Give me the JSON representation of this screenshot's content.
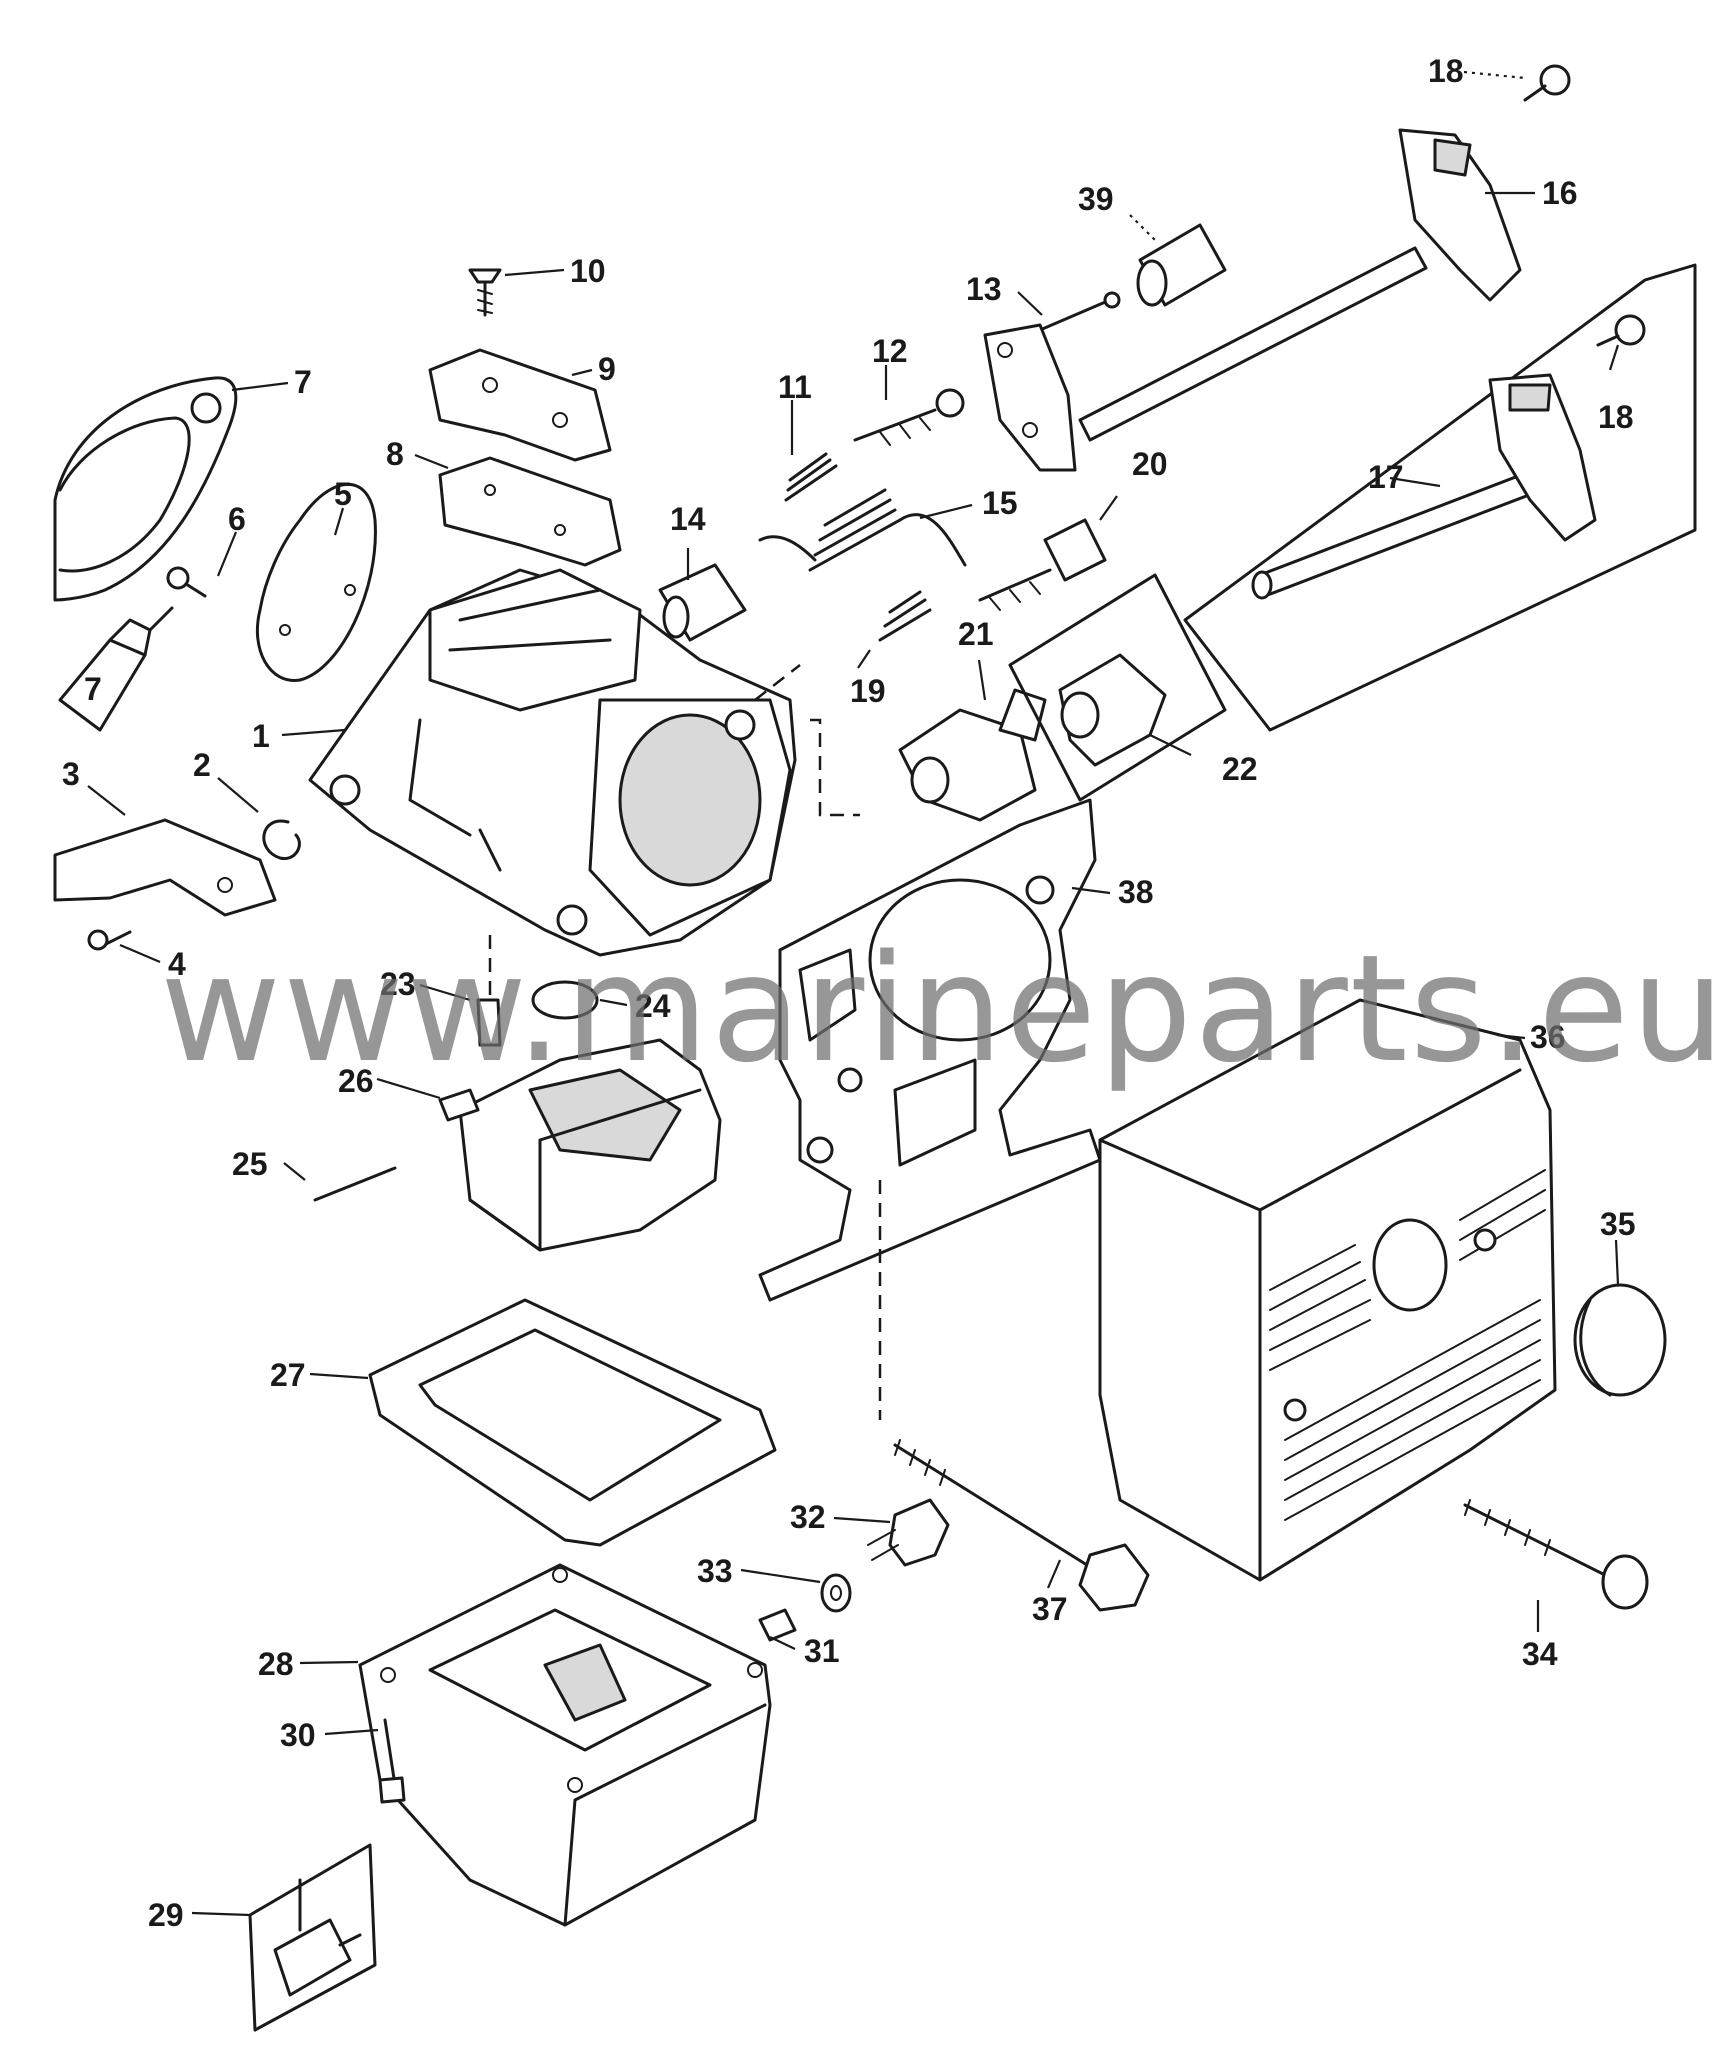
{
  "watermark": "www.marineparts.eu",
  "tube_label": "7",
  "callouts": [
    {
      "id": "p1",
      "label": "1"
    },
    {
      "id": "p2",
      "label": "2"
    },
    {
      "id": "p3",
      "label": "3"
    },
    {
      "id": "p4",
      "label": "4"
    },
    {
      "id": "p5",
      "label": "5"
    },
    {
      "id": "p6",
      "label": "6"
    },
    {
      "id": "p7",
      "label": "7"
    },
    {
      "id": "p8",
      "label": "8"
    },
    {
      "id": "p9",
      "label": "9"
    },
    {
      "id": "p10",
      "label": "10"
    },
    {
      "id": "p11",
      "label": "11"
    },
    {
      "id": "p12",
      "label": "12"
    },
    {
      "id": "p13",
      "label": "13"
    },
    {
      "id": "p14",
      "label": "14"
    },
    {
      "id": "p15",
      "label": "15"
    },
    {
      "id": "p16",
      "label": "16"
    },
    {
      "id": "p17",
      "label": "17"
    },
    {
      "id": "p18a",
      "label": "18"
    },
    {
      "id": "p18b",
      "label": "18"
    },
    {
      "id": "p19",
      "label": "19"
    },
    {
      "id": "p20",
      "label": "20"
    },
    {
      "id": "p21",
      "label": "21"
    },
    {
      "id": "p22",
      "label": "22"
    },
    {
      "id": "p23",
      "label": "23"
    },
    {
      "id": "p24",
      "label": "24"
    },
    {
      "id": "p25",
      "label": "25"
    },
    {
      "id": "p26",
      "label": "26"
    },
    {
      "id": "p27",
      "label": "27"
    },
    {
      "id": "p28",
      "label": "28"
    },
    {
      "id": "p29",
      "label": "29"
    },
    {
      "id": "p30",
      "label": "30"
    },
    {
      "id": "p31",
      "label": "31"
    },
    {
      "id": "p32",
      "label": "32"
    },
    {
      "id": "p33",
      "label": "33"
    },
    {
      "id": "p34",
      "label": "34"
    },
    {
      "id": "p35",
      "label": "35"
    },
    {
      "id": "p36",
      "label": "36"
    },
    {
      "id": "p37",
      "label": "37"
    },
    {
      "id": "p38",
      "label": "38"
    },
    {
      "id": "p39",
      "label": "39"
    }
  ]
}
